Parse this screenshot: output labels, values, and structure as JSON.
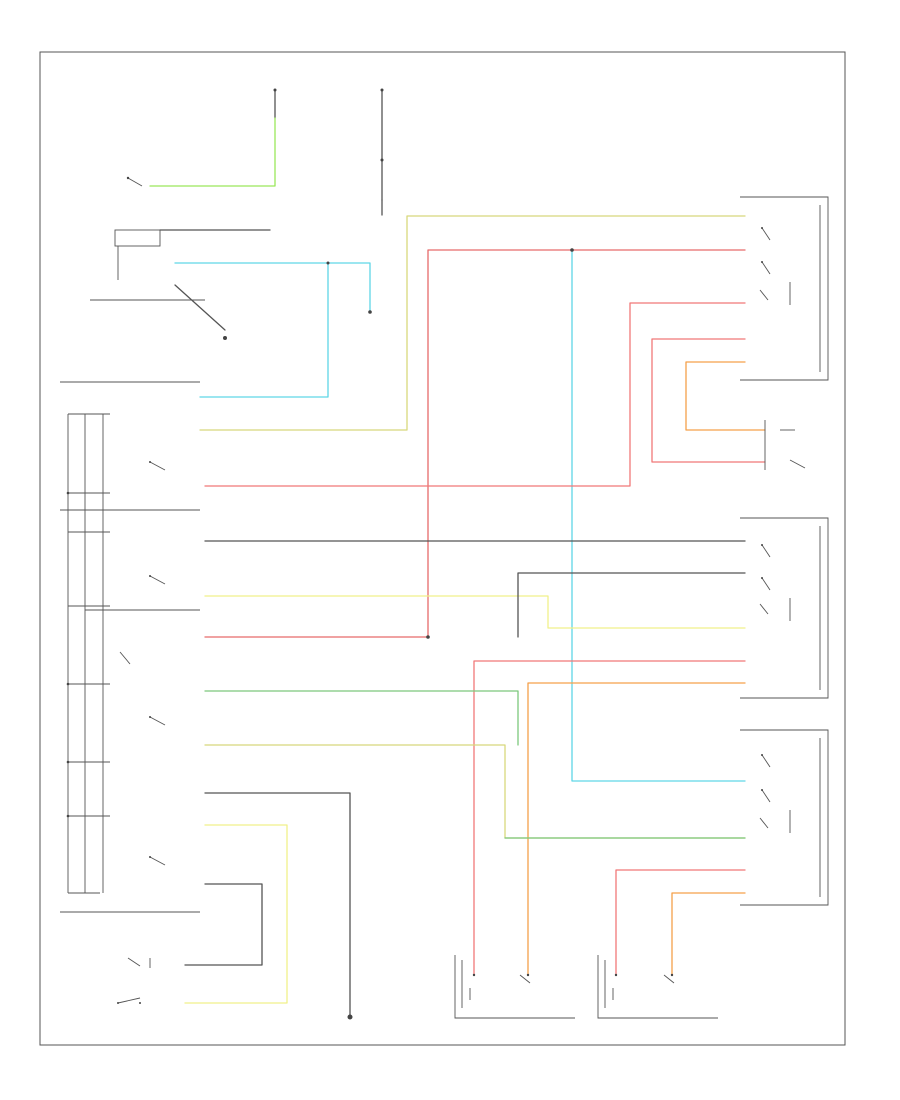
{
  "colors": {
    "frame": "#555555",
    "black": "#555555",
    "yellow": "#f0f08a",
    "yellow_black": "#d8d87c",
    "light_green": "#9ae85a",
    "light_blue": "#5fd6e6",
    "red": "#f07878",
    "red_black": "#e66a6a",
    "orange": "#f5a04a",
    "green": "#7cc87c",
    "text": "#444444"
  },
  "diagram": {
    "footer_code": "",
    "components": [
      {
        "id": "master-control-switch",
        "label": "",
        "icon": "switch-icon"
      },
      {
        "id": "right-rear-window-switch",
        "label": "",
        "icon": "switch-icon"
      },
      {
        "id": "right-rear-window-motor",
        "label": "",
        "icon": "motor-icon"
      },
      {
        "id": "left-rear-window-switch",
        "label": "",
        "icon": "switch-icon"
      },
      {
        "id": "right-front-window-switch",
        "label": "",
        "icon": "switch-icon"
      },
      {
        "id": "left-front-window-motor",
        "label": "",
        "icon": "motor-icon"
      },
      {
        "id": "right-front-window-motor",
        "label": "",
        "icon": "motor-icon"
      },
      {
        "id": "power-window-relay",
        "label": "",
        "icon": "relay-icon"
      },
      {
        "id": "ground-point",
        "label": "",
        "icon": "ground-icon"
      }
    ]
  }
}
